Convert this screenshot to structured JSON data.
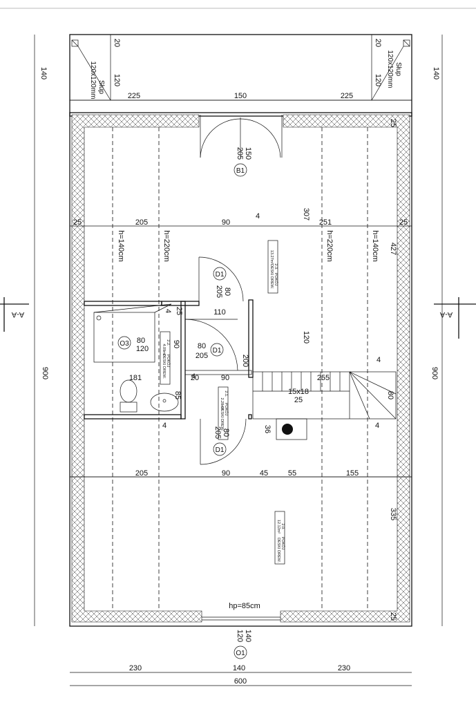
{
  "dimensions": {
    "top_depth": "140",
    "top_left": "225",
    "top_mid": "150",
    "top_right": "225",
    "post_offset_a": "20",
    "post_offset_b": "120",
    "side_total": "900",
    "corner": "25",
    "upper_205": "205",
    "upper_90": "90",
    "upper_4": "4",
    "upper_251": "251",
    "height_307": "307",
    "height_427": "427",
    "height_120": "120",
    "height_200": "200",
    "dim_110": "110",
    "dim_181": "181",
    "dim_20": "20",
    "dim_90b": "90",
    "dim_255": "255",
    "dim_85": "85",
    "dim_36": "36",
    "dim_80": "80",
    "lower_205": "205",
    "lower_90": "90",
    "lower_45": "45",
    "lower_55": "55",
    "lower_155": "155",
    "height_335": "335",
    "bottom_230_left": "230",
    "bottom_140": "140",
    "bottom_230_right": "230",
    "bottom_total": "600"
  },
  "labels": {
    "post_left": "Słup",
    "post_left_size": "120x120mm",
    "post_right": "Słup",
    "post_right_size": "120x120mm",
    "h140_left": "h=140cm",
    "h220_left": "h=220cm",
    "h220_right": "h=220cm",
    "h140_right": "h=140cm",
    "hp": "hp=85cm",
    "section_left": "A-A",
    "section_right": "A-A",
    "stairs": "15x18",
    "stairs_count": "25"
  },
  "openings": {
    "b1": {
      "tag": "B1",
      "width": "150",
      "height": "205"
    },
    "d1_top": {
      "tag": "D1",
      "width": "80",
      "height": "205"
    },
    "d1_mid": {
      "tag": "D1",
      "width": "80",
      "height": "205"
    },
    "d1_bottom": {
      "tag": "D1",
      "width": "80",
      "height": "205"
    },
    "o3": {
      "tag": "O3",
      "width": "80",
      "height": "120"
    },
    "o1": {
      "tag": "O1",
      "width": "140",
      "height": "120"
    }
  },
  "rooms": [
    {
      "num": "2.3.",
      "name": "POKÓJ",
      "area": "13.27m²",
      "floor": "DESKI DREW."
    },
    {
      "num": "2.2.",
      "name": "POKÓJ",
      "area": "4.09m²",
      "floor": "DESKI DREW."
    },
    {
      "num": "2.1.",
      "name": "POKÓJ",
      "area": "2.28m²",
      "floor": "DESKI DREW."
    },
    {
      "num": "2.0.",
      "name": "POKÓJ",
      "area": "12.12m²",
      "floor": "DESKI DREW."
    }
  ]
}
